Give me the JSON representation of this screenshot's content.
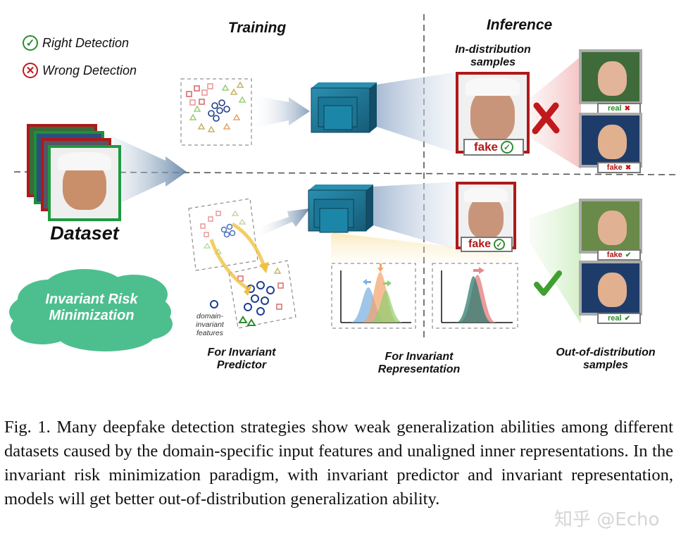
{
  "legend": {
    "right_detection": "Right Detection",
    "wrong_detection": "Wrong Detection"
  },
  "sections": {
    "training": "Training",
    "inference": "Inference"
  },
  "dataset_label": "Dataset",
  "in_distribution": "In-distribution samples",
  "out_of_distribution": "Out-of-distribution samples",
  "irm_cloud": "Invariant Risk Minimization",
  "domain_invariant_features": "domain-invariant features",
  "invariant_predictor": "For Invariant Predictor",
  "invariant_representation": "For Invariant Representation",
  "tags": {
    "fake_top_main": "fake",
    "real_top_1": "real",
    "fake_top_2": "fake",
    "fake_bottom_main": "fake",
    "fake_bottom_1": "fake",
    "real_bottom_2": "real"
  },
  "colors": {
    "right": "#2e8b2e",
    "wrong": "#c0191c",
    "network": "#1f6f8b",
    "cloud": "#4dbf8f"
  },
  "caption": "Fig. 1.  Many deepfake detection strategies show weak generalization abilities among different datasets caused by the domain-specific input features and unaligned inner representations. In the invariant risk minimization paradigm, with invariant predictor and invariant representation, models will get better out-of-distribution generalization ability.",
  "watermark": "知乎 @Echo"
}
